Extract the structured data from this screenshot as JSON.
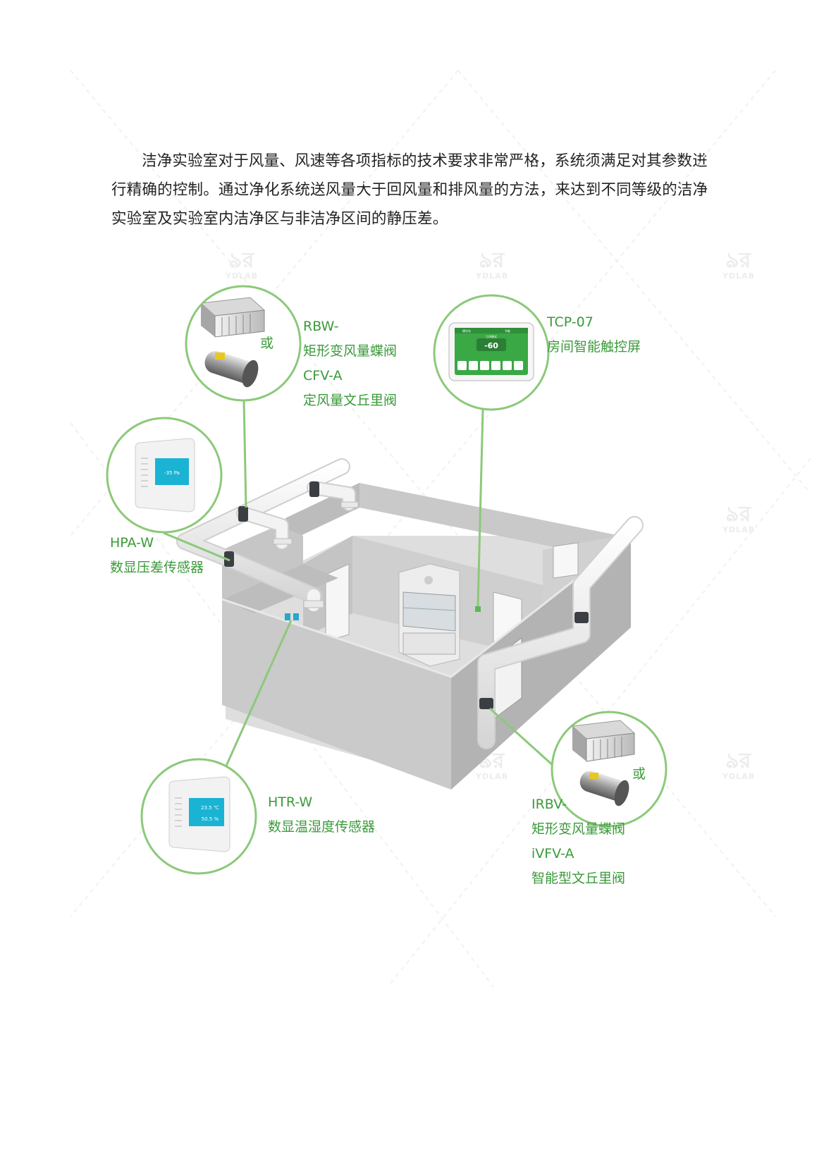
{
  "intro": {
    "text": "洁净实验室对于风量、风速等各项指标的技术要求非常严格，系统须满足对其参数进行精确的控制。通过净化系统送风量大于回风量和排风量的方法，来达到不同等级的洁净实验室及实验室内洁净区与非洁净区间的静压差。"
  },
  "watermark": {
    "glyph": "ঌর",
    "brand": "YDLAB"
  },
  "labels": {
    "rbw": {
      "line1": "RBW-",
      "line2": "矩形变风量蝶阀",
      "line3": "CFV-A",
      "line4": "定风量文丘里阀"
    },
    "tcp": {
      "line1": "TCP-07",
      "line2": "房间智能触控屏"
    },
    "hpa": {
      "line1": "HPA-W",
      "line2": "数显压差传感器"
    },
    "htr": {
      "line1": "HTR-W",
      "line2": "数显温湿度传感器"
    },
    "irbv": {
      "line1": "IRBV-",
      "line2": "矩形变风量蝶阀",
      "line3": "iVFV-A",
      "line4": "智能型文丘里阀"
    },
    "or_top": "或",
    "or_bottom": "或"
  },
  "devices": {
    "hpa_display": "-35 Pa",
    "htr_temp": "23.5 ℃",
    "htr_humidity": "50.5 %",
    "tcp_screen_value": "-60",
    "tcp_screen_title": "工作模式",
    "tcp_tab_left": "模块名",
    "tcp_tab_right": "节能"
  },
  "colors": {
    "accent": "#8cc97a",
    "label": "#3a9a3a",
    "screen_blue": "#1ab3d4",
    "screen_green": "#39a845"
  }
}
